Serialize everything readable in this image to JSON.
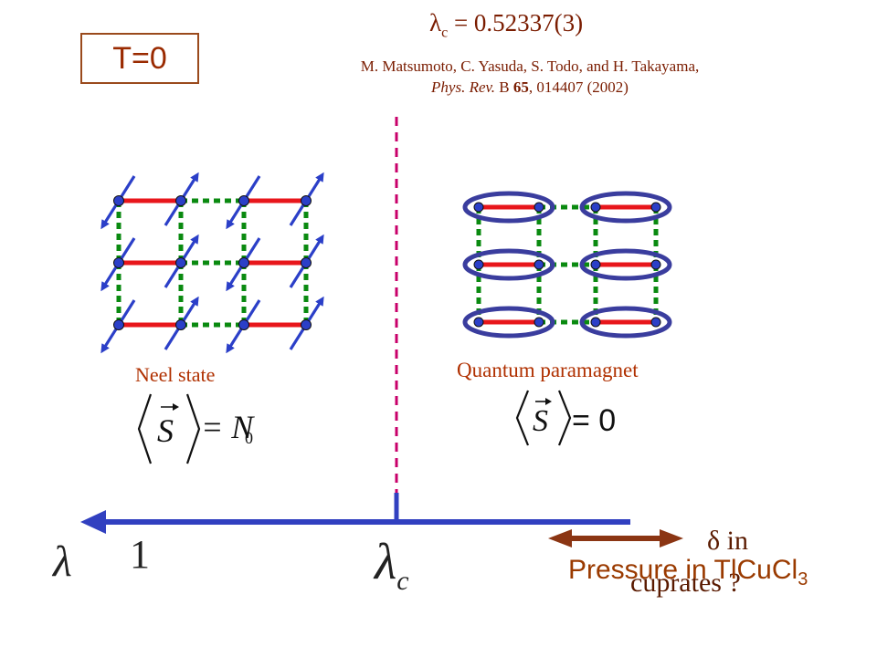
{
  "temperature_label": "T=0",
  "critical_value": {
    "symbol": "λ",
    "subscript": "c",
    "value_text": " = 0.52337(3)"
  },
  "citation": {
    "authors": "M. Matsumoto, C. Yasuda, S. Todo, and H. Takayama,",
    "journal": "Phys. Rev.",
    "series": "B",
    "volume": "65",
    "rest": ", 014407 (2002)"
  },
  "neel": {
    "label": "Neel state",
    "equation_rhs": "= N",
    "equation_sub": "0",
    "operator": "S"
  },
  "quantum_paramagnet": {
    "label": "Quantum paramagnet",
    "equation_rhs": "= 0",
    "operator": "S"
  },
  "axis": {
    "param_symbol": "λ",
    "one_label": "1",
    "critical_symbol": "λ",
    "critical_sub": "c"
  },
  "annotations": {
    "delta_line1": "δ in",
    "delta_line2": "cuprates ?",
    "pressure_prefix": "Pressure in TlCuCl",
    "pressure_sub": "3"
  },
  "colors": {
    "spin_site": "#2b3fc8",
    "strong_bond": "#e8161b",
    "weak_bond": "#0a8a10",
    "dimer_ellipse": "#3a3d9e",
    "transition_line": "#c8006a",
    "axis": "#3140c0",
    "arrow": "#8b3513",
    "text_red": "#9a2a00"
  }
}
